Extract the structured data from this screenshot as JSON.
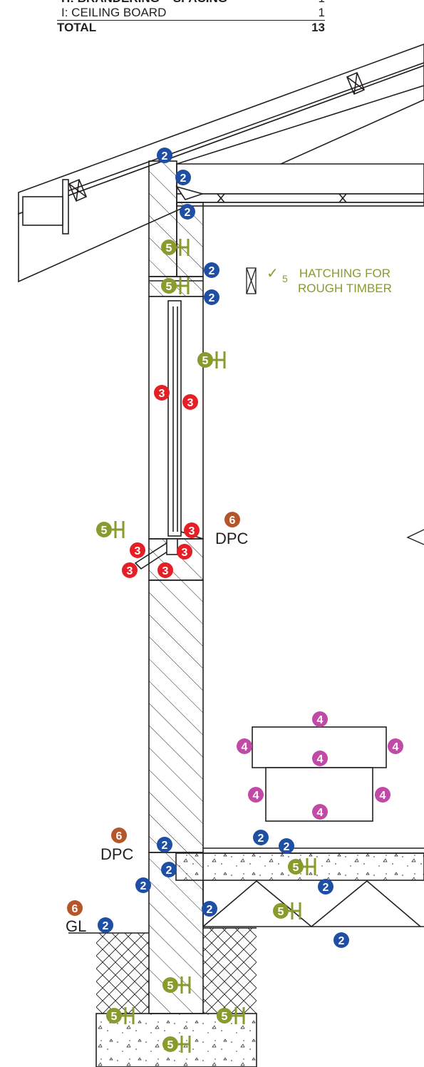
{
  "legend_table": {
    "rows": [
      {
        "label": "H: BRANDERING – SPACING",
        "value": "1"
      },
      {
        "label": "I: CEILING BOARD",
        "value": "1"
      }
    ],
    "total": {
      "label": "TOTAL",
      "value": "13"
    }
  },
  "note": {
    "check": "✓",
    "number": "5",
    "text_line1": "HATCHING FOR",
    "text_line2": "ROUGH TIMBER"
  },
  "labels": {
    "dpc_upper": "DPC",
    "dpc_lower": "DPC",
    "gl": "GL"
  },
  "markers": {
    "blue": "2",
    "red": "3",
    "magenta": "4",
    "olive": "5",
    "brown": "6"
  },
  "colors": {
    "blue": "#1f4fa5",
    "red": "#e41f26",
    "magenta": "#c14aa6",
    "olive": "#8a9a2c",
    "brown": "#b5562a",
    "line": "#231f20"
  }
}
